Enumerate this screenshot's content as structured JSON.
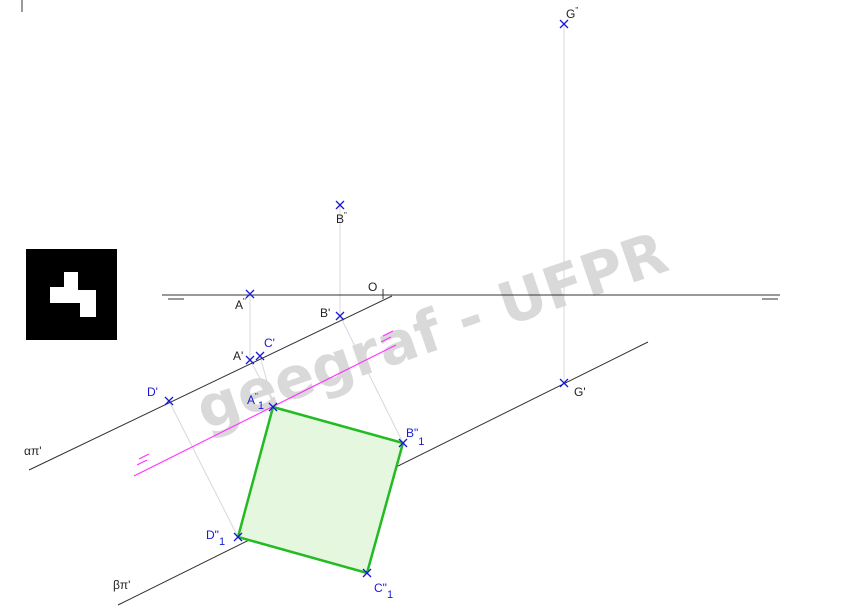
{
  "watermark": "geegraf - UFPR",
  "origin_label": "O",
  "points": {
    "A2": {
      "base": "A",
      "mark": "\"",
      "sub": ""
    },
    "A1": {
      "base": "A",
      "mark": "'",
      "sub": ""
    },
    "B2": {
      "base": "B",
      "mark": "\"",
      "sub": ""
    },
    "B1": {
      "base": "B",
      "mark": "'",
      "sub": ""
    },
    "C1": {
      "base": "C",
      "mark": "'",
      "sub": ""
    },
    "D1": {
      "base": "D",
      "mark": "'",
      "sub": ""
    },
    "G2": {
      "base": "G",
      "mark": "\"",
      "sub": ""
    },
    "G1": {
      "base": "G",
      "mark": "'",
      "sub": ""
    },
    "A21": {
      "base": "A",
      "mark": "\"",
      "sub": "1"
    },
    "B21": {
      "base": "B",
      "mark": "\"",
      "sub": "1"
    },
    "C21": {
      "base": "C",
      "mark": "\"",
      "sub": "1"
    },
    "D21": {
      "base": "D",
      "mark": "\"",
      "sub": "1"
    }
  },
  "trace_labels": {
    "alpha": "απ'",
    "beta": "βπ'"
  },
  "colors": {
    "points": "#1a1ad6",
    "square_edge": "#22bb22",
    "square_fill": "#e6f7e0",
    "trace_magenta": "#ff33ff",
    "lines": "#333333",
    "construction": "#d8d8d8"
  },
  "icon": "black-square-glyph-icon"
}
